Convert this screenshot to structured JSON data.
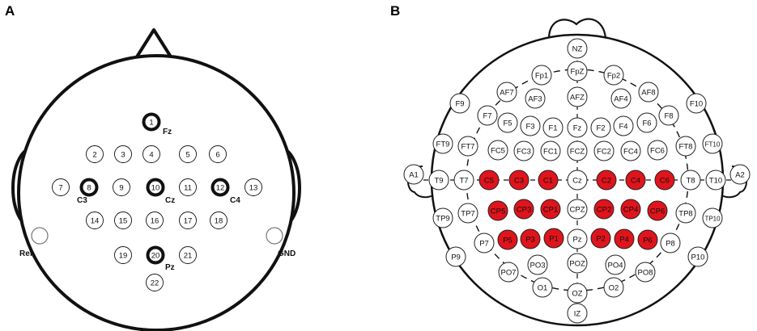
{
  "panel_a": {
    "letter": "A",
    "electrodes": [
      {
        "id": "1",
        "thick": true
      },
      {
        "id": "2"
      },
      {
        "id": "3"
      },
      {
        "id": "4"
      },
      {
        "id": "5"
      },
      {
        "id": "6"
      },
      {
        "id": "7"
      },
      {
        "id": "8",
        "thick": true
      },
      {
        "id": "9"
      },
      {
        "id": "10",
        "thick": true
      },
      {
        "id": "11"
      },
      {
        "id": "12",
        "thick": true
      },
      {
        "id": "13"
      },
      {
        "id": "14"
      },
      {
        "id": "15"
      },
      {
        "id": "16"
      },
      {
        "id": "17"
      },
      {
        "id": "18"
      },
      {
        "id": "19"
      },
      {
        "id": "20",
        "thick": true
      },
      {
        "id": "21"
      },
      {
        "id": "22"
      }
    ],
    "labels": {
      "fz": "Fz",
      "c3": "C3",
      "cz": "Cz",
      "c4": "C4",
      "pz": "Pz"
    },
    "ref_label": "Ref.",
    "gnd_label": "GND"
  },
  "panel_b": {
    "letter": "B",
    "highlight_color": "#e0141c",
    "electrodes": [
      {
        "id": "NZ"
      },
      {
        "id": "Fp1"
      },
      {
        "id": "FpZ"
      },
      {
        "id": "Fp2"
      },
      {
        "id": "AF7"
      },
      {
        "id": "AF3"
      },
      {
        "id": "AFZ"
      },
      {
        "id": "AF4"
      },
      {
        "id": "AF8"
      },
      {
        "id": "F9"
      },
      {
        "id": "F7"
      },
      {
        "id": "F5"
      },
      {
        "id": "F3"
      },
      {
        "id": "F1"
      },
      {
        "id": "Fz"
      },
      {
        "id": "F2"
      },
      {
        "id": "F4"
      },
      {
        "id": "F6"
      },
      {
        "id": "F8"
      },
      {
        "id": "F10"
      },
      {
        "id": "FT9"
      },
      {
        "id": "FT7"
      },
      {
        "id": "FC5"
      },
      {
        "id": "FC3"
      },
      {
        "id": "FC1"
      },
      {
        "id": "FCZ"
      },
      {
        "id": "FC2"
      },
      {
        "id": "FC4"
      },
      {
        "id": "FC6"
      },
      {
        "id": "FT8"
      },
      {
        "id": "FT10"
      },
      {
        "id": "A1"
      },
      {
        "id": "T9"
      },
      {
        "id": "T7"
      },
      {
        "id": "C5",
        "red": true
      },
      {
        "id": "C3",
        "red": true
      },
      {
        "id": "C1",
        "red": true
      },
      {
        "id": "Cz"
      },
      {
        "id": "C2",
        "red": true
      },
      {
        "id": "C4",
        "red": true
      },
      {
        "id": "C6",
        "red": true
      },
      {
        "id": "T8"
      },
      {
        "id": "T10"
      },
      {
        "id": "A2"
      },
      {
        "id": "TP9"
      },
      {
        "id": "TP7"
      },
      {
        "id": "CP5",
        "red": true
      },
      {
        "id": "CP3",
        "red": true
      },
      {
        "id": "CP1",
        "red": true
      },
      {
        "id": "CPZ"
      },
      {
        "id": "CP2",
        "red": true
      },
      {
        "id": "CP4",
        "red": true
      },
      {
        "id": "CP6",
        "red": true
      },
      {
        "id": "TP8"
      },
      {
        "id": "TP10"
      },
      {
        "id": "P9"
      },
      {
        "id": "P7"
      },
      {
        "id": "P5",
        "red": true
      },
      {
        "id": "P3",
        "red": true
      },
      {
        "id": "P1",
        "red": true
      },
      {
        "id": "Pz"
      },
      {
        "id": "P2",
        "red": true
      },
      {
        "id": "P4",
        "red": true
      },
      {
        "id": "P6",
        "red": true
      },
      {
        "id": "P8"
      },
      {
        "id": "P10"
      },
      {
        "id": "PO7"
      },
      {
        "id": "PO3"
      },
      {
        "id": "POZ"
      },
      {
        "id": "PO4"
      },
      {
        "id": "PO8"
      },
      {
        "id": "O1"
      },
      {
        "id": "OZ"
      },
      {
        "id": "O2"
      },
      {
        "id": "IZ"
      }
    ]
  }
}
